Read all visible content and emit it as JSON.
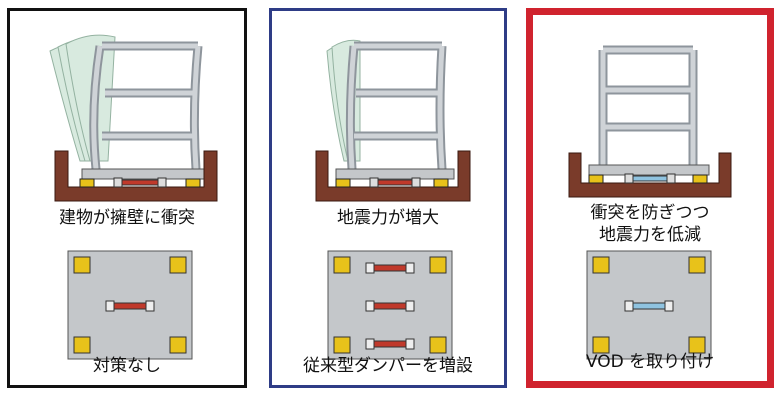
{
  "panels": [
    {
      "id": "no-countermeasure",
      "border_color": "#111111",
      "upper_caption": "建物が擁壁に衝突",
      "lower_caption": "対策なし"
    },
    {
      "id": "conventional-damper",
      "border_color": "#2e3c86",
      "upper_caption": "地震力が増大",
      "lower_caption": "従来型ダンパーを増設"
    },
    {
      "id": "vod",
      "border_color": "#d0232e",
      "upper_caption_lines": [
        "衝突を防ぎつつ",
        "地震力を低減"
      ],
      "lower_caption": "VOD を取り付け"
    }
  ],
  "colors": {
    "frame": "#b9bfc5",
    "retaining_wall": "#7a3b2a",
    "isolator": "#e8c21a",
    "damper_conventional": "#c0392b",
    "damper_vod": "#8fc3e0",
    "slab": "#c4c7ca"
  }
}
